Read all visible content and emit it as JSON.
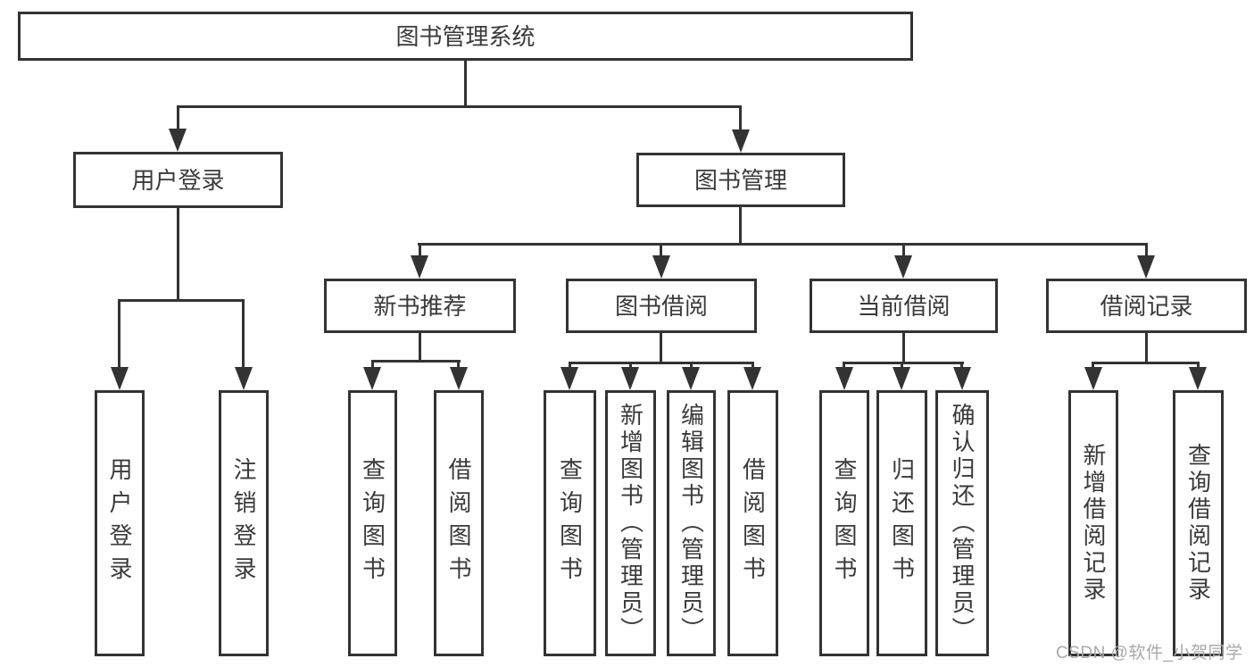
{
  "tree": {
    "root": "图书管理系统",
    "children": [
      {
        "label": "用户登录",
        "children": [
          "用户登录",
          "注销登录"
        ]
      },
      {
        "label": "图书管理",
        "children": [
          {
            "label": "新书推荐",
            "children": [
              "查询图书",
              "借阅图书"
            ]
          },
          {
            "label": "图书借阅",
            "children": [
              "查询图书",
              "新增图书（管理员）",
              "编辑图书（管理员）",
              "借阅图书"
            ]
          },
          {
            "label": "当前借阅",
            "children": [
              "查询图书",
              "归还图书",
              "确认归还（管理员）"
            ]
          },
          {
            "label": "借阅记录",
            "children": [
              "新增借阅记录",
              "查询借阅记录"
            ]
          }
        ]
      }
    ]
  },
  "watermark": {
    "text": "CSDN @软件_小贺同学"
  },
  "colors": {
    "line": "#333333",
    "box_border": "#333333",
    "text": "#3a3a3a",
    "watermark": "#a9a9a9",
    "background": "#ffffff"
  }
}
